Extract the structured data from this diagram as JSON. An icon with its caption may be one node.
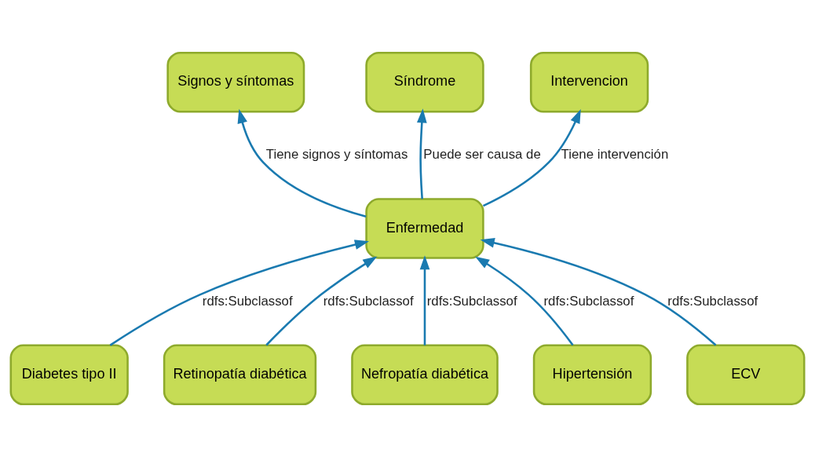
{
  "diagram": {
    "nodes": [
      {
        "text": [
          "Signos y síntomas"
        ]
      },
      {
        "text": [
          "Síndrome"
        ]
      },
      {
        "text": [
          "Intervencion"
        ]
      },
      {
        "text": [
          "Enfermedad"
        ]
      },
      {
        "text": [
          "Diabetes tipo II"
        ]
      },
      {
        "text": [
          "Retinopatía diabética"
        ]
      },
      {
        "text": [
          "Nefropatía diabética"
        ]
      },
      {
        "text": [
          "Hipertensión"
        ]
      },
      {
        "text": [
          "ECV"
        ]
      }
    ],
    "edges": [
      {
        "from": 3,
        "to": 0,
        "arrow": "to",
        "label": "Tiene signos y síntomas"
      },
      {
        "from": 3,
        "to": 1,
        "arrow": "to",
        "label": "Puede ser causa de"
      },
      {
        "from": 3,
        "to": 2,
        "arrow": "to",
        "label": "Tiene intervención"
      },
      {
        "from": 4,
        "to": 3,
        "arrow": "to",
        "label": "rdfs:Subclassof"
      },
      {
        "from": 5,
        "to": 3,
        "arrow": "to",
        "label": "rdfs:Subclassof"
      },
      {
        "from": 6,
        "to": 3,
        "arrow": "to",
        "label": "rdfs:Subclassof"
      },
      {
        "from": 7,
        "to": 3,
        "arrow": "to",
        "label": "rdfs:Subclassof"
      },
      {
        "from": 8,
        "to": 3,
        "arrow": "to",
        "label": "rdfs:Subclassof"
      }
    ]
  }
}
